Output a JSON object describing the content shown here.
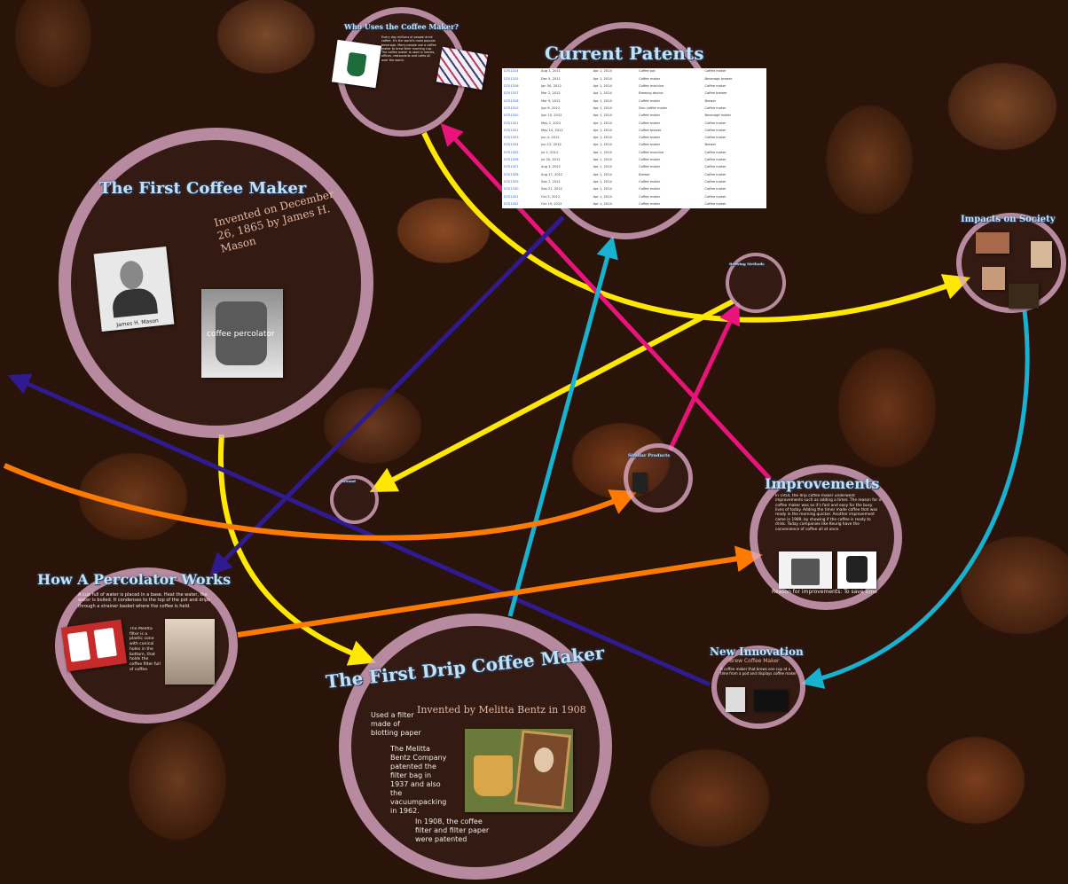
{
  "colors": {
    "ring": "#deaac8",
    "title": "#bfe3f5",
    "arrow_yellow": "#ffe800",
    "arrow_pink": "#e9147a",
    "arrow_blue": "#2f1a8f",
    "arrow_cyan": "#18b2d0",
    "arrow_orange": "#ff7a00"
  },
  "who": {
    "title": "Who Uses the Coffee Maker?",
    "text": "Every day millions of people drink coffee. It's the world's most popular beverage. Many people use a coffee maker to brew their morning cup. The coffee maker is used in homes, offices, restaurants and cafes all over the world."
  },
  "patents": {
    "title": "Current Patents",
    "rows": [
      [
        "D701314",
        "Aug 1, 2011",
        "Apr 1, 2014",
        "Coffee pot",
        "Coffee maker"
      ],
      [
        "D701315",
        "Dec 5, 2011",
        "Apr 1, 2014",
        "Coffee maker",
        "Beverage brewer"
      ],
      [
        "D701316",
        "Jan 30, 2012",
        "Apr 1, 2014",
        "Coffee machine",
        "Coffee maker"
      ],
      [
        "D701317",
        "Mar 2, 2012",
        "Apr 1, 2014",
        "Brewing device",
        "Coffee brewer"
      ],
      [
        "D701318",
        "Mar 9, 2012",
        "Apr 1, 2014",
        "Coffee maker",
        "Brewer"
      ],
      [
        "D701319",
        "Apr 6, 2012",
        "Apr 1, 2014",
        "Drip coffee maker",
        "Coffee maker"
      ],
      [
        "D701320",
        "Apr 10, 2012",
        "Apr 1, 2014",
        "Coffee maker",
        "Beverage maker"
      ],
      [
        "D701321",
        "May 2, 2012",
        "Apr 1, 2014",
        "Coffee maker",
        "Coffee maker"
      ],
      [
        "D701322",
        "May 14, 2012",
        "Apr 1, 2014",
        "Coffee brewer",
        "Coffee maker"
      ],
      [
        "D701323",
        "Jun 4, 2012",
        "Apr 1, 2014",
        "Coffee maker",
        "Coffee maker"
      ],
      [
        "D701324",
        "Jun 12, 2012",
        "Apr 1, 2014",
        "Coffee maker",
        "Brewer"
      ],
      [
        "D701325",
        "Jul 2, 2012",
        "Apr 1, 2014",
        "Coffee machine",
        "Coffee maker"
      ],
      [
        "D701326",
        "Jul 20, 2012",
        "Apr 1, 2014",
        "Coffee maker",
        "Coffee maker"
      ],
      [
        "D701327",
        "Aug 3, 2012",
        "Apr 1, 2014",
        "Coffee maker",
        "Coffee maker"
      ],
      [
        "D701328",
        "Aug 17, 2012",
        "Apr 1, 2014",
        "Brewer",
        "Coffee maker"
      ],
      [
        "D701329",
        "Sep 7, 2012",
        "Apr 1, 2014",
        "Coffee maker",
        "Coffee maker"
      ],
      [
        "D701330",
        "Sep 21, 2012",
        "Apr 1, 2014",
        "Coffee maker",
        "Coffee maker"
      ],
      [
        "D701331",
        "Oct 5, 2012",
        "Apr 1, 2014",
        "Coffee maker",
        "Coffee maker"
      ],
      [
        "D701332",
        "Oct 19, 2012",
        "Apr 1, 2014",
        "Coffee maker",
        "Coffee maker"
      ]
    ]
  },
  "first": {
    "title": "The First Coffee Maker",
    "subtitle": "Invented on December 26, 1865 by James H. Mason",
    "portrait_caption": "James H. Mason",
    "pot_caption": "coffee percolator"
  },
  "impacts": {
    "title": "Impacts on Society"
  },
  "brewing": {
    "title": "Brewing Methods"
  },
  "small_left": {
    "title": "Ground"
  },
  "similar": {
    "title": "Similar Products"
  },
  "improvements": {
    "title": "Improvements",
    "text": "In 1954, the drip coffee maker underwent improvements such as adding a timer. The reason for a coffee maker was so it's fast and easy for the busy lives of today. Adding the timer made coffee that was ready in the morning quicker. Another improvement came in 1989, by showing if the coffee is ready to drink. Today companies like Keurig have the convenience of coffee all at once.",
    "footer": "Reason for improvements: To save time"
  },
  "new_innovation": {
    "title": "New Innovation",
    "subtitle": "Brew Coffee Maker",
    "text": "A coffee maker that brews one cup at a time from a pod and displays coffee maker"
  },
  "percolator": {
    "title": "How A Percolator Works",
    "text": "A cup full of water is placed in a base. Heat the water, the water is boiled. It condenses to the top of the pot and drips through a strainer basket where the coffee is held.",
    "melitta_text": "The Melitta filter is a plastic cone with conical holes in the bottom, that holds the coffee filter full of coffee"
  },
  "drip": {
    "title": "The First Drip Coffee Maker",
    "subtitle": "Invented by Melitta Bentz in 1908",
    "p1": "Used a filter made of blotting paper",
    "p2": "The Melitta Bentz Company patented the filter bag in 1937 and also the vacuumpacking in 1962.",
    "p3": "In 1908, the coffee filter and filter paper were patented"
  }
}
